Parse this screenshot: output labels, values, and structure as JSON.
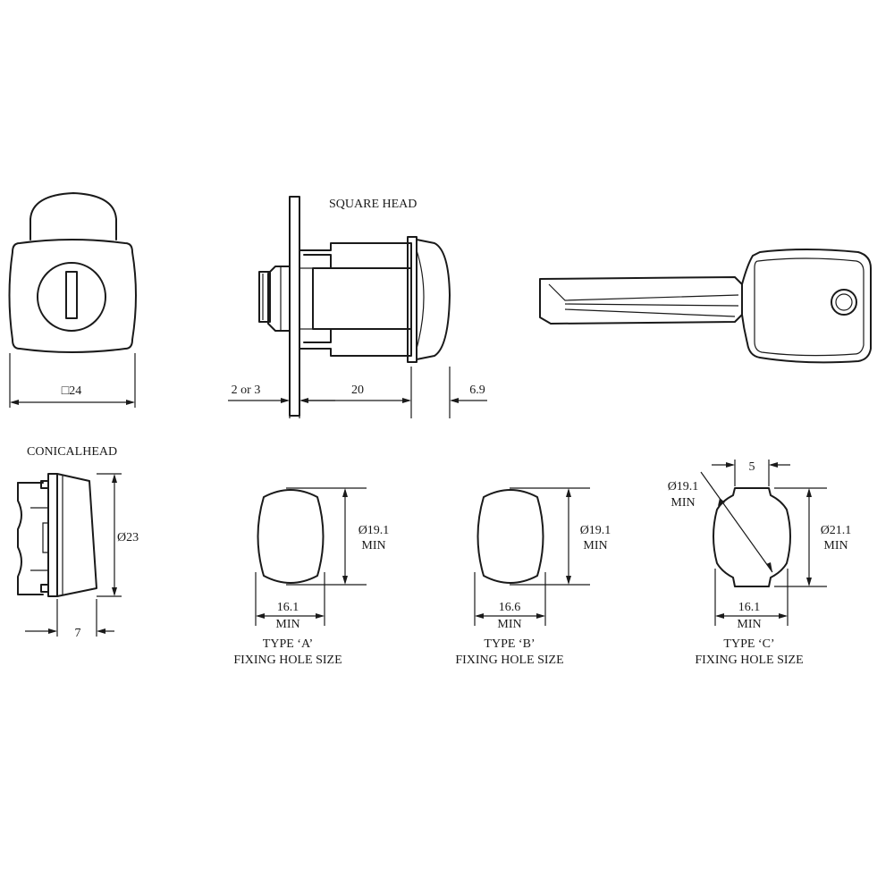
{
  "front_view": {
    "width_label": "□24"
  },
  "square_head": {
    "title": "SQUARE HEAD",
    "dim_panel": "2 or 3",
    "dim_body": "20",
    "dim_head": "6.9"
  },
  "conical_head": {
    "title": "CONICALHEAD",
    "dim_diameter": "Ø23",
    "dim_head": "7"
  },
  "type_a": {
    "height_label": "Ø19.1",
    "height_min": "MIN",
    "width_label": "16.1",
    "width_min": "MIN",
    "caption_1": "TYPE ‘A’",
    "caption_2": "FIXING HOLE SIZE"
  },
  "type_b": {
    "height_label": "Ø19.1",
    "height_min": "MIN",
    "width_label": "16.6",
    "width_min": "MIN",
    "caption_1": "TYPE ‘B’",
    "caption_2": "FIXING HOLE SIZE"
  },
  "type_c": {
    "flat_label": "5",
    "diag_label": "Ø19.1",
    "diag_min": "MIN",
    "height_label": "Ø21.1",
    "height_min": "MIN",
    "width_label": "16.1",
    "width_min": "MIN",
    "caption_1": "TYPE ‘C’",
    "caption_2": "FIXING HOLE SIZE"
  }
}
